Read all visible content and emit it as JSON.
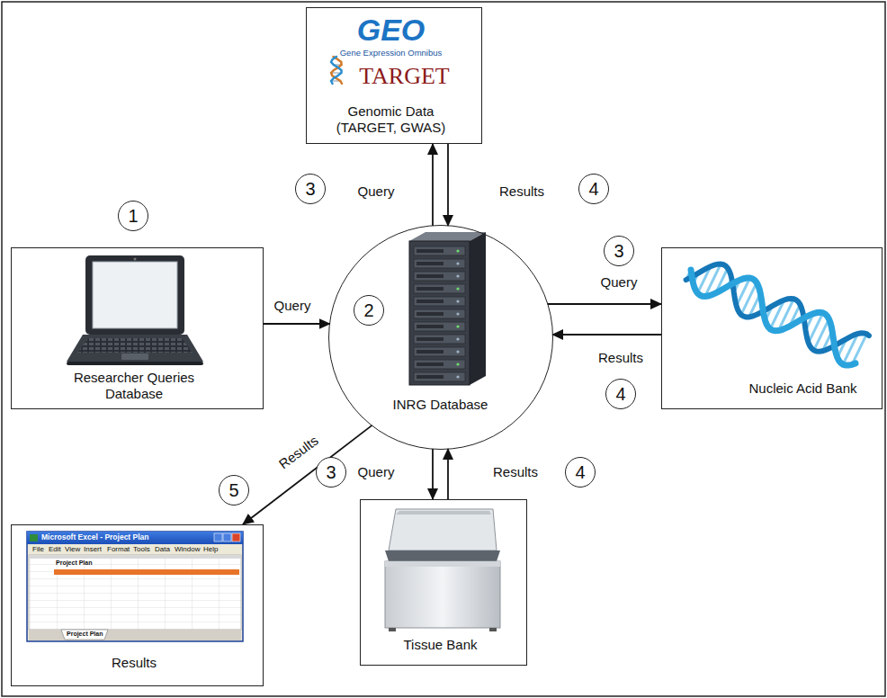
{
  "diagram": {
    "nodes": [
      {
        "text": [
          "Researcher Queries Database"
        ]
      },
      {
        "text": [
          "GEO",
          "Gene Expression Omnibus",
          "TARGET",
          "Genomic Data (TARGET, GWAS)"
        ]
      },
      {
        "text": [
          "INRG Database"
        ]
      },
      {
        "text": [
          "Nucleic Acid Bank"
        ]
      },
      {
        "text": [
          "Tissue Bank"
        ]
      },
      {
        "text": [
          "Results"
        ]
      }
    ],
    "edges": [
      {
        "from": 0,
        "to": 2,
        "label": "Query",
        "arrow": "to"
      },
      {
        "from": 2,
        "to": 1,
        "label": "Query",
        "arrow": "to"
      },
      {
        "from": 1,
        "to": 2,
        "label": "Results",
        "arrow": "to"
      },
      {
        "from": 2,
        "to": 3,
        "label": "Query",
        "arrow": "to"
      },
      {
        "from": 3,
        "to": 2,
        "label": "Results",
        "arrow": "to"
      },
      {
        "from": 2,
        "to": 4,
        "label": "Query",
        "arrow": "to"
      },
      {
        "from": 4,
        "to": 2,
        "label": "Results",
        "arrow": "to"
      },
      {
        "from": 2,
        "to": 5,
        "label": "Results",
        "arrow": "to"
      }
    ],
    "labels": [
      "1",
      "2",
      "3",
      "4",
      "3",
      "4",
      "3",
      "4",
      "5",
      "Microsoft Excel - Project Plan",
      "File",
      "Edit",
      "View",
      "Insert",
      "Format",
      "Tools",
      "Data",
      "Window",
      "Help",
      "Project Plan",
      "Project Plan"
    ]
  }
}
